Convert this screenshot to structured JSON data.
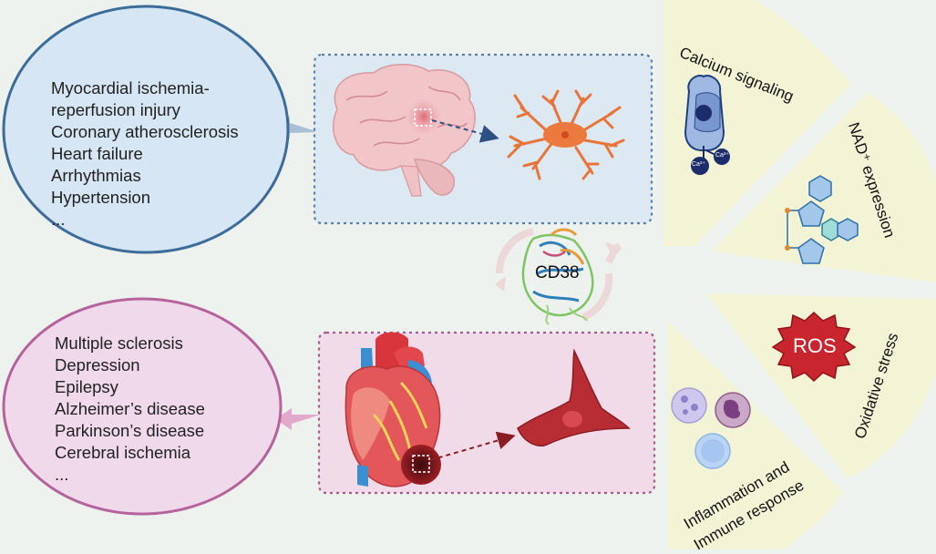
{
  "top_ellipse": {
    "items": [
      "Myocardial ischemia-",
      "reperfusion injury",
      "Coronary atherosclerosis",
      "Heart failure",
      "Arrhythmias",
      "Hypertension",
      "..."
    ]
  },
  "bottom_ellipse": {
    "items": [
      "Multiple sclerosis",
      "Depression",
      "Epilepsy",
      "Alzheimer’s disease",
      "Parkinson’s disease",
      "Cerebral ischemia",
      "..."
    ]
  },
  "center": {
    "label": "CD38"
  },
  "sectors": {
    "calcium": "Calcium signaling",
    "nad": "NAD⁺ expression",
    "oxidative": "Oxidative stress",
    "ros": "ROS",
    "inflammation_line1": "Inflammation and",
    "inflammation_line2": "Immune response"
  },
  "ions": {
    "ca1": "Ca²⁺",
    "ca2": "Ca²⁺"
  },
  "colors": {
    "background": "#eef2ef",
    "top_ellipse_fill": "#d6e6f4",
    "top_ellipse_stroke": "#3d6c9a",
    "bottom_ellipse_fill": "#f1d9ec",
    "bottom_ellipse_stroke": "#b4639b",
    "sector_fill": "#f3f4d6",
    "ros_fill": "#c8252f"
  }
}
